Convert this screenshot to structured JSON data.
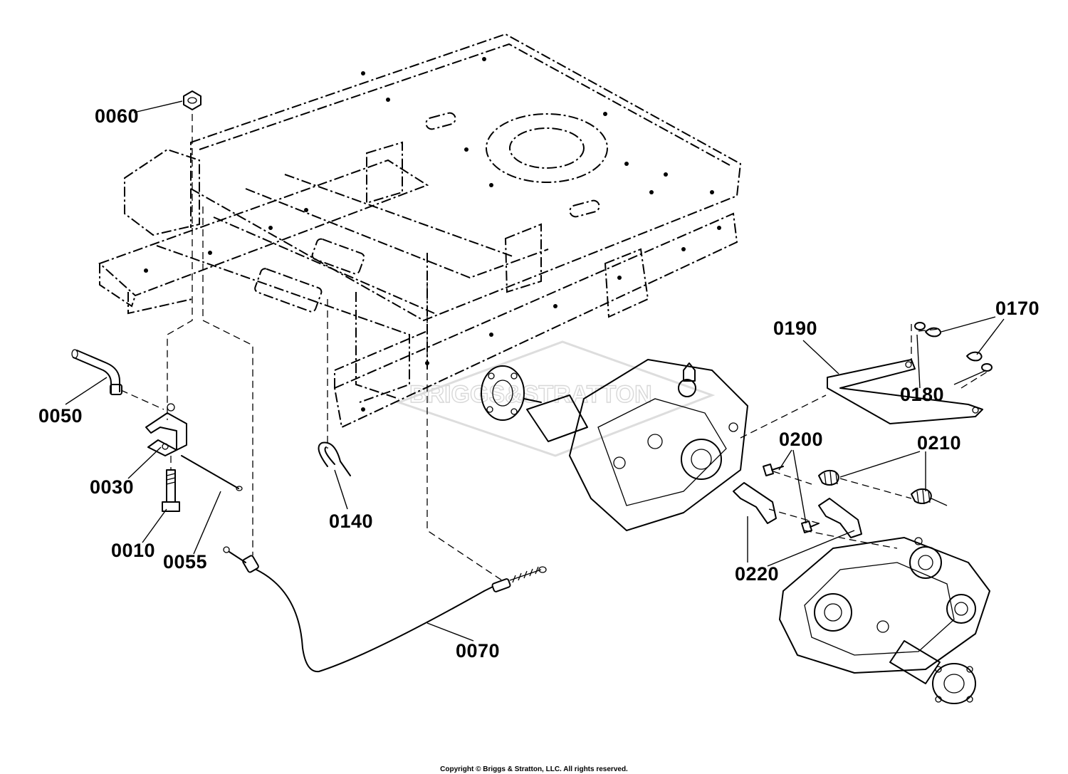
{
  "callouts": {
    "c0060": "0060",
    "c0050": "0050",
    "c0030": "0030",
    "c0010": "0010",
    "c0055": "0055",
    "c0140": "0140",
    "c0070": "0070",
    "c0190": "0190",
    "c0170": "0170",
    "c0180": "0180",
    "c0200": "0200",
    "c0210": "0210",
    "c0220": "0220"
  },
  "watermark": "BRIGGS&STRATTON",
  "copyright": "Copyright © Briggs & Stratton, LLC. All rights reserved."
}
